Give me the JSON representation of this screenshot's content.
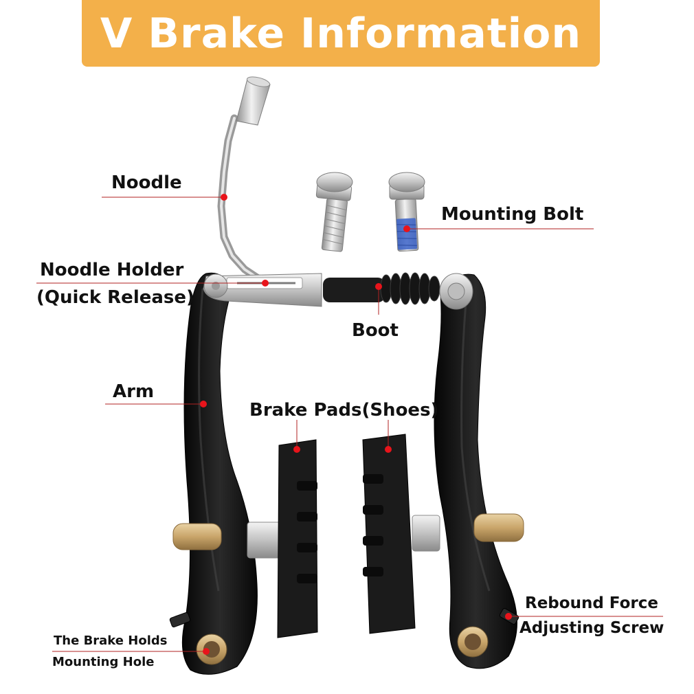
{
  "title": "V Brake Information",
  "labels": {
    "noodle": "Noodle",
    "mounting_bolt": "Mounting Bolt",
    "noodle_holder_line1": "Noodle Holder",
    "noodle_holder_line2": "(Quick Release)",
    "boot": "Boot",
    "arm": "Arm",
    "brake_pads": "Brake Pads(Shoes)",
    "rebound_line1": "Rebound Force",
    "rebound_line2": "Adjusting Screw",
    "mounting_hole_line1": "The Brake Holds",
    "mounting_hole_line2": "Mounting Hole"
  },
  "colors": {
    "banner": "#f3b04a",
    "title_text": "#ffffff",
    "leader_line": "#b22222",
    "marker_dot": "#e8141b",
    "arm_black": "#141414",
    "pad_black": "#1b1b1b",
    "metal": "#c8c8c8",
    "brass": "#c9a56a",
    "bolt_blue": "#3b63c8"
  }
}
